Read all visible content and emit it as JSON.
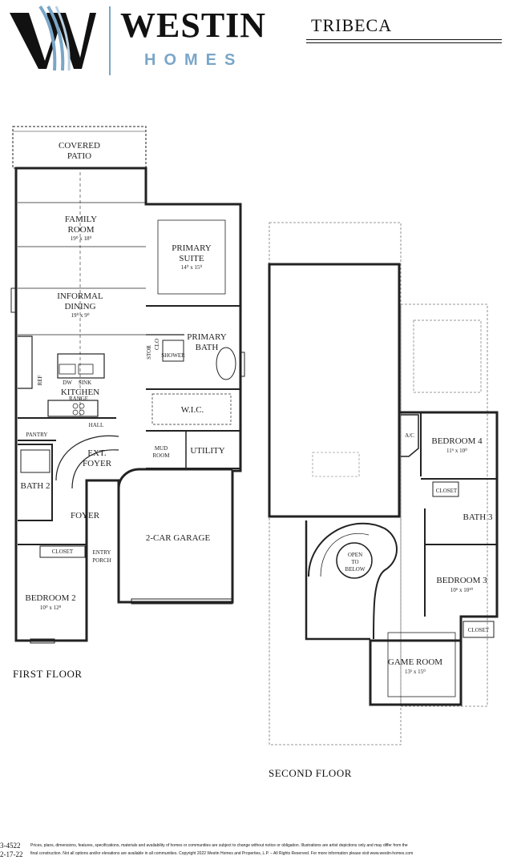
{
  "brand": {
    "name": "WESTIN",
    "sub": "HOMES",
    "plan_name": "TRIBECA",
    "accent": "#7aa6c8"
  },
  "first_floor": {
    "caption": "FIRST FLOOR",
    "rooms": {
      "covered_patio_1": "COVERED",
      "covered_patio_2": "PATIO",
      "family_1": "FAMILY",
      "family_2": "ROOM",
      "family_dim": "19⁰ x 18⁰",
      "dining_1": "INFORMAL",
      "dining_2": "DINING",
      "dining_dim": "19⁰ x 9⁰",
      "kitchen": "KITCHEN",
      "dw": "DW",
      "sink": "SINK",
      "range": "RANGE",
      "ref": "REF",
      "pantry": "PANTRY",
      "hall": "HALL",
      "ext_foyer_1": "EXT.",
      "ext_foyer_2": "FOYER",
      "bath2": "BATH 2",
      "foyer": "FOYER",
      "closet": "CLOSET",
      "entry_1": "ENTRY",
      "entry_2": "PORCH",
      "bedroom2": "BEDROOM 2",
      "bedroom2_dim": "10⁰ x 12⁸",
      "primary_suite_1": "PRIMARY",
      "primary_suite_2": "SUITE",
      "primary_suite_dim": "14⁰ x 15⁰",
      "primary_bath_1": "PRIMARY",
      "primary_bath_2": "BATH",
      "shower": "SHOWER",
      "stor": "STOR",
      "clo": "CLO",
      "wic": "W.I.C.",
      "mud_1": "MUD",
      "mud_2": "ROOM",
      "utility": "UTILITY",
      "garage": "2-CAR GARAGE"
    }
  },
  "second_floor": {
    "caption": "SECOND FLOOR",
    "rooms": {
      "ac": "A/C",
      "bedroom4": "BEDROOM 4",
      "bedroom4_dim": "11⁶ x 10⁰",
      "closet": "CLOSET",
      "bath3": "BATH 3",
      "open_1": "OPEN",
      "open_2": "TO",
      "open_3": "BELOW",
      "bedroom3": "BEDROOM 3",
      "bedroom3_dim": "10⁶ x 10¹⁰",
      "closet2": "CLOSET",
      "game_1": "GAME ROOM",
      "game_dim": "13¹ x 15⁰"
    }
  },
  "footer": {
    "code_1": "3-4522",
    "code_2": "2-17-22",
    "legal_1": "Prices, plans, dimensions, features, specifications, materials and availability of homes or communities are subject to change without notice or obligation.  Illustrations are artist depictions only and may differ from the",
    "legal_2": "final construction.  Not all options and/or elevations are available in all communities.  Copyright 2022 Westin Homes and Properties, L.P. – All Rights Reserved.  For more information please visit www.westin-homes.com"
  }
}
